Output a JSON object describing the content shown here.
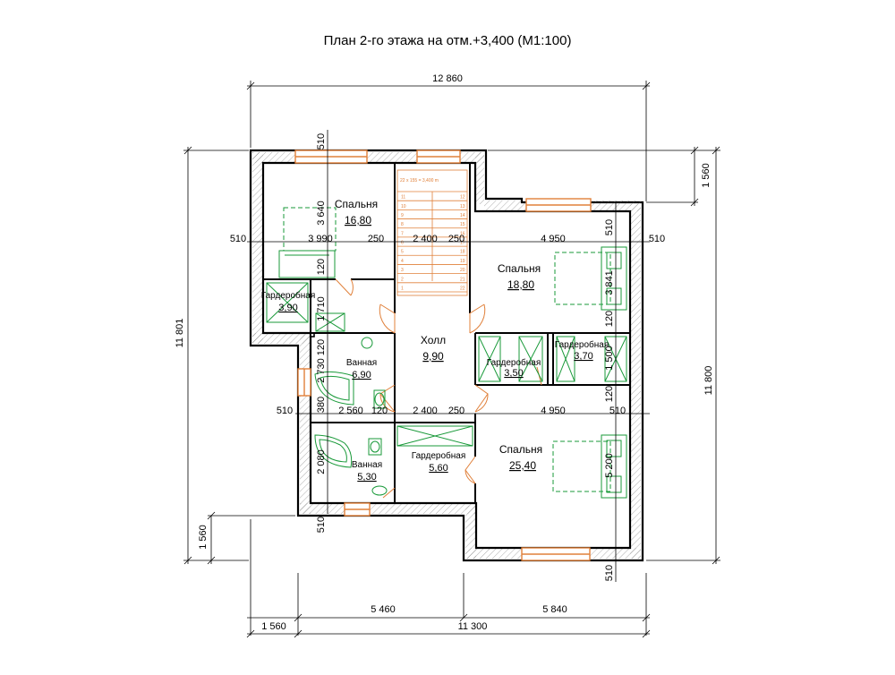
{
  "title": "План 2-го этажа на отм.+3,400 (М1:100)",
  "stair_note": "22 x 155 = 3,400 m",
  "rooms": {
    "bedroom_nw": {
      "name": "Спальня",
      "area": "16,80"
    },
    "bedroom_ne": {
      "name": "Спальня",
      "area": "18,80"
    },
    "bedroom_se": {
      "name": "Спальня",
      "area": "25,40"
    },
    "hall": {
      "name": "Холл",
      "area": "9,90"
    },
    "bath_upper": {
      "name": "Ванная",
      "area": "6,90"
    },
    "bath_lower": {
      "name": "Ванная",
      "area": "5,30"
    },
    "wardrobe_w": {
      "name": "Гардеробная",
      "area": "3,90"
    },
    "wardrobe_c": {
      "name": "Гардеробная",
      "area": "3,50"
    },
    "wardrobe_e": {
      "name": "Гардеробная",
      "area": "3,70"
    },
    "wardrobe_s": {
      "name": "Гардеробная",
      "area": "5,60"
    }
  },
  "dims": {
    "top_total": "12 860",
    "bottom_total": "11 300",
    "bottom_left_offset": "1 560",
    "bottom_seg1": "5 460",
    "bottom_seg2": "5 840",
    "left_total": "11 801",
    "left_offset": "1 560",
    "right_total": "11 800",
    "right_offset": "1 560",
    "row1": [
      "510",
      "3 990",
      "250",
      "2 400",
      "250",
      "4 950",
      "510"
    ],
    "row2": [
      "510",
      "2 560",
      "120",
      "2 400",
      "250",
      "4 950",
      "510"
    ],
    "v_510_top": "510",
    "v_3640": "3 640",
    "v_120_a": "120",
    "v_1710": "1 710",
    "v_120_b": "120",
    "v_2730": "2 730",
    "v_380": "380",
    "v_2080": "2 080",
    "v_510_bl": "510",
    "v_510_r1": "510",
    "v_3841": "3 841",
    "v_120_r1": "120",
    "v_1500": "1 500",
    "v_120_r2": "120",
    "v_5200": "5 200",
    "v_510_br": "510"
  },
  "stair_steps": [
    "11",
    "12",
    "10",
    "13",
    "9",
    "14",
    "8",
    "15",
    "7",
    "16",
    "6",
    "17",
    "5",
    "18",
    "4",
    "19",
    "3",
    "20",
    "2",
    "21",
    "1",
    "22"
  ],
  "colors": {
    "wall": "#000000",
    "window": "#e0803a",
    "furniture": "#1a9a3a"
  }
}
